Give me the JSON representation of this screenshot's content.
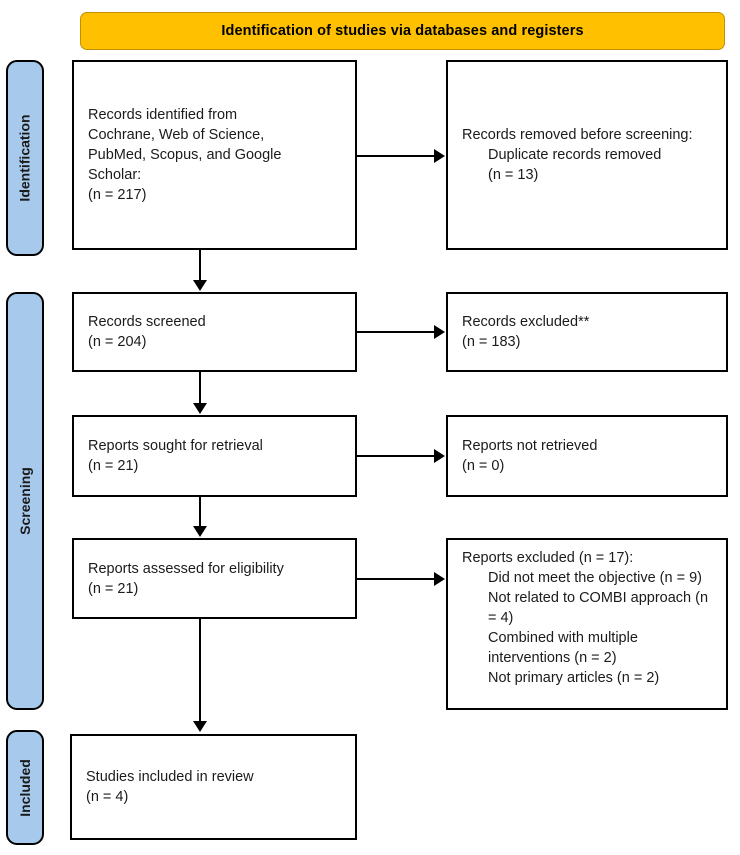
{
  "banner": {
    "title": "Identification of studies via databases and registers",
    "background_color": "#FFC000",
    "border_color": "#C49000"
  },
  "stages": [
    {
      "id": "identification",
      "label": "Identification",
      "color": "#A6C9EC"
    },
    {
      "id": "screening",
      "label": "Screening",
      "color": "#A6C9EC"
    },
    {
      "id": "included",
      "label": "Included",
      "color": "#A6C9EC"
    }
  ],
  "boxes": {
    "identified": {
      "line1": "Records identified from",
      "line2": "Cochrane, Web of Science,",
      "line3": "PubMed, Scopus, and Google",
      "line4": "Scholar:",
      "count": "(n = 217)"
    },
    "removed": {
      "lead_a": "Records removed ",
      "lead_italic": "before screening",
      "lead_b": ":",
      "item": "Duplicate records removed",
      "count": "(n = 13)"
    },
    "screened": {
      "label": "Records screened",
      "count": "(n = 204)"
    },
    "excluded_records": {
      "label": "Records excluded**",
      "count": "(n = 183)"
    },
    "sought": {
      "label": "Reports sought for retrieval",
      "count": "(n = 21)"
    },
    "not_retrieved": {
      "label": "Reports not retrieved",
      "count": "(n = 0)"
    },
    "assessed": {
      "label": "Reports assessed for eligibility",
      "count": "(n = 21)"
    },
    "excluded_reports": {
      "header": "Reports excluded (n = 17):",
      "reasons": [
        "Did not meet the objective (n = 9)",
        "Not related to COMBI approach (n = 4)",
        "Combined with multiple interventions (n = 2)",
        "Not primary articles (n = 2)"
      ]
    },
    "included": {
      "label": "Studies included in review",
      "count": "(n = 4)"
    }
  },
  "chart_data": {
    "type": "diagram",
    "title": "PRISMA 2020 flow diagram",
    "subtitle": "Identification of studies via databases and registers",
    "nodes": [
      {
        "id": "identified",
        "stage": "Identification",
        "column": "left",
        "label": "Records identified from Cochrane, Web of Science, PubMed, Scopus, and Google Scholar:",
        "n": 217
      },
      {
        "id": "removed",
        "stage": "Identification",
        "column": "right",
        "label": "Records removed before screening: Duplicate records removed",
        "n": 13
      },
      {
        "id": "screened",
        "stage": "Screening",
        "column": "left",
        "label": "Records screened",
        "n": 204
      },
      {
        "id": "excluded_records",
        "stage": "Screening",
        "column": "right",
        "label": "Records excluded**",
        "n": 183
      },
      {
        "id": "sought",
        "stage": "Screening",
        "column": "left",
        "label": "Reports sought for retrieval",
        "n": 21
      },
      {
        "id": "not_retrieved",
        "stage": "Screening",
        "column": "right",
        "label": "Reports not retrieved",
        "n": 0
      },
      {
        "id": "assessed",
        "stage": "Screening",
        "column": "left",
        "label": "Reports assessed for eligibility",
        "n": 21
      },
      {
        "id": "excluded_reports",
        "stage": "Screening",
        "column": "right",
        "label": "Reports excluded",
        "n": 17,
        "breakdown": [
          {
            "reason": "Did not meet the objective",
            "n": 9
          },
          {
            "reason": "Not related to COMBI approach",
            "n": 4
          },
          {
            "reason": "Combined with multiple interventions",
            "n": 2
          },
          {
            "reason": "Not primary articles",
            "n": 2
          }
        ]
      },
      {
        "id": "included",
        "stage": "Included",
        "column": "left",
        "label": "Studies included in review",
        "n": 4
      }
    ],
    "edges": [
      {
        "from": "identified",
        "to": "removed",
        "direction": "right"
      },
      {
        "from": "identified",
        "to": "screened",
        "direction": "down"
      },
      {
        "from": "screened",
        "to": "excluded_records",
        "direction": "right"
      },
      {
        "from": "screened",
        "to": "sought",
        "direction": "down"
      },
      {
        "from": "sought",
        "to": "not_retrieved",
        "direction": "right"
      },
      {
        "from": "sought",
        "to": "assessed",
        "direction": "down"
      },
      {
        "from": "assessed",
        "to": "excluded_reports",
        "direction": "right"
      },
      {
        "from": "assessed",
        "to": "included",
        "direction": "down"
      }
    ]
  }
}
